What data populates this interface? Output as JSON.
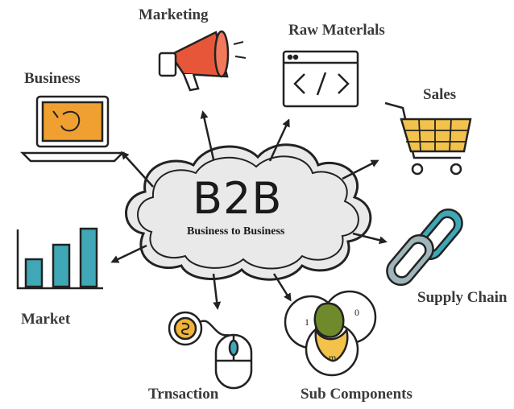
{
  "hub": {
    "title": "B2B",
    "subtitle": "Business to Business"
  },
  "nodes": {
    "marketing": "Marketing",
    "raw_materials": "Raw Materlals",
    "business": "Business",
    "sales": "Sales",
    "market": "Market",
    "supply_chain": "Supply Chain",
    "transaction": "Trnsaction",
    "sub_components": "Sub Components"
  },
  "colors": {
    "outline": "#222222",
    "megaphone": "#e8563a",
    "screen": "#f0a030",
    "cart": "#f2c24a",
    "teal": "#3fa7b6",
    "olive": "#6f8a2b",
    "coin": "#f0b43a",
    "mouse": "#3fa7b6"
  }
}
